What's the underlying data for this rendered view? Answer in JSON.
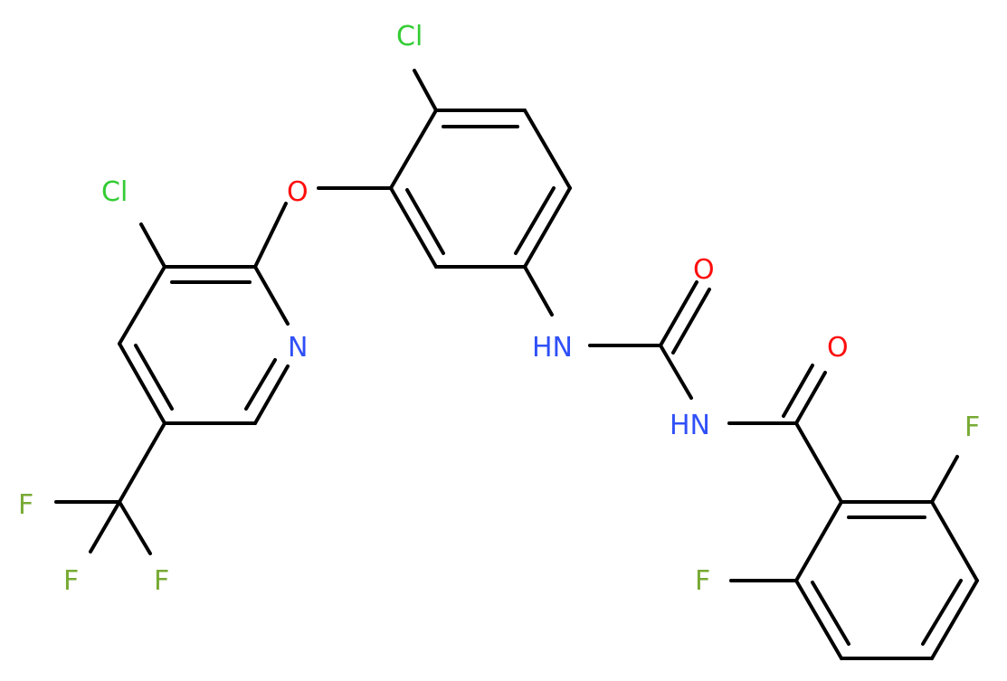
{
  "colors": {
    "bond": "#000000",
    "cl": "#33cc33",
    "o": "#ff0d0d",
    "n": "#3050f8",
    "f": "#77aa33"
  },
  "labels": {
    "cl_top": "Cl",
    "cl_left": "Cl",
    "o_ether": "O",
    "n_pyridine": "N",
    "nh_left": "HN",
    "o_urea": "O",
    "nh_right": "HN",
    "o_amide": "O",
    "f_top": "F",
    "f_bottom": "F",
    "f_cf3_left": "F",
    "f_cf3_mid": "F",
    "f_cf3_right": "F"
  }
}
